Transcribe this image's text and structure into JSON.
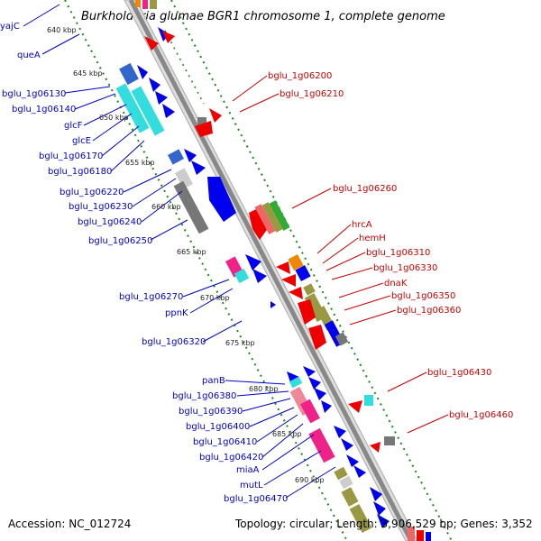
{
  "title": "Burkholderia glumae BGR1 chromosome 1, complete genome",
  "accession_line": "Accession: NC_012724",
  "topology_line": "Topology: circular; Length: 3,906,529 bp; Genes: 3,352",
  "kbp_ticks": [
    "640 kbp",
    "645 kbp",
    "650 kbp",
    "655 kbp",
    "660 kbp",
    "665 kbp",
    "670 kbp",
    "675 kbp",
    "680 kbp",
    "685 kbp",
    "690 kbp"
  ],
  "left_labels": [
    "yajC",
    "queA",
    "bglu_1g06130",
    "bglu_1g06140",
    "glcF",
    "glcE",
    "bglu_1g06170",
    "bglu_1g06180",
    "bglu_1g06220",
    "bglu_1g06230",
    "bglu_1g06240",
    "bglu_1g06250",
    "bglu_1g06270",
    "ppnK",
    "bglu_1g06320",
    "panB",
    "bglu_1g06380",
    "bglu_1g06390",
    "bglu_1g06400",
    "bglu_1g06410",
    "bglu_1g06420",
    "miaA",
    "mutL",
    "bglu_1g06470"
  ],
  "right_labels": [
    "bglu_1g06200",
    "bglu_1g06210",
    "bglu_1g06260",
    "hrcA",
    "hemH",
    "bglu_1g06310",
    "bglu_1g06330",
    "dnaK",
    "bglu_1g06350",
    "bglu_1g06360",
    "bglu_1g06430",
    "bglu_1g06460"
  ],
  "colors": {
    "backbone": "#888888",
    "tick_green": "#1a8a1a",
    "label_blue": "#0000cc",
    "label_red": "#cc0000",
    "gene_blue": "#0000ee",
    "gene_cyan": "#33dddd",
    "gene_red": "#ee0000",
    "gene_pink": "#ee2288",
    "gene_gray": "#777777",
    "gene_olive": "#999944",
    "gene_green": "#33aa33",
    "gene_orange": "#ee8800"
  }
}
